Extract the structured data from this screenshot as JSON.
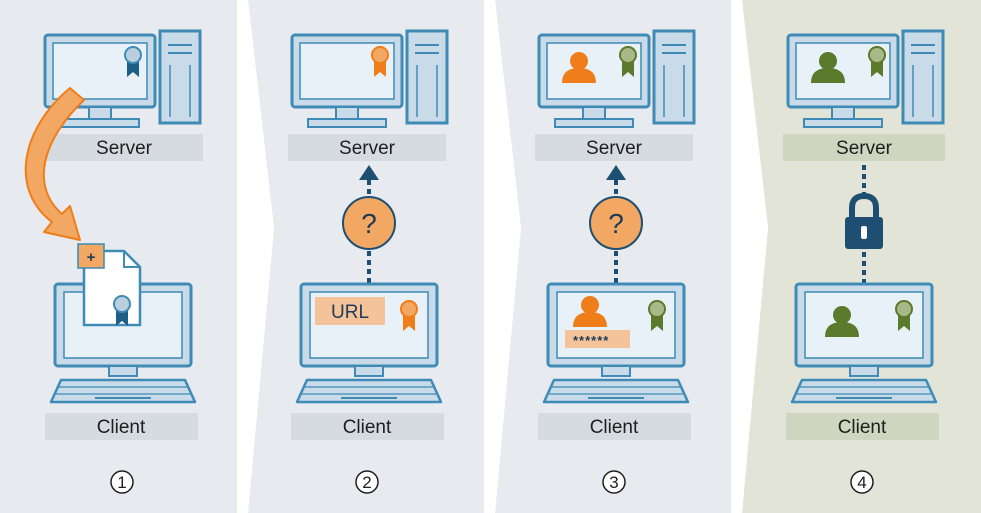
{
  "colors": {
    "panel_bg": "#e7eaee",
    "panel_final_bg": "#e1e4d6",
    "label_bg": "#d6dbe1",
    "label_final_bg": "#cfd6bf",
    "monitor_fill": "#c9dbe8",
    "monitor_stroke": "#3f8bb5",
    "screen_fill": "#e8f1f8",
    "orange": "#ef7d1a",
    "orange_light": "#f2a862",
    "green": "#5b7a2b",
    "dark_blue": "#1e4f72"
  },
  "steps": [
    {
      "number": "1",
      "server_label": "Server",
      "client_label": "Client"
    },
    {
      "number": "2",
      "server_label": "Server",
      "client_label": "Client",
      "query_symbol": "?",
      "client_screen_text": "URL"
    },
    {
      "number": "3",
      "server_label": "Server",
      "client_label": "Client",
      "query_symbol": "?",
      "client_password_text": "******"
    },
    {
      "number": "4",
      "server_label": "Server",
      "client_label": "Client"
    }
  ],
  "step1": {
    "new_cert_plus": "+"
  },
  "icons": [
    "certificate-icon",
    "user-icon",
    "padlock-icon",
    "arrow-up-icon",
    "curved-arrow-icon",
    "document-icon"
  ]
}
